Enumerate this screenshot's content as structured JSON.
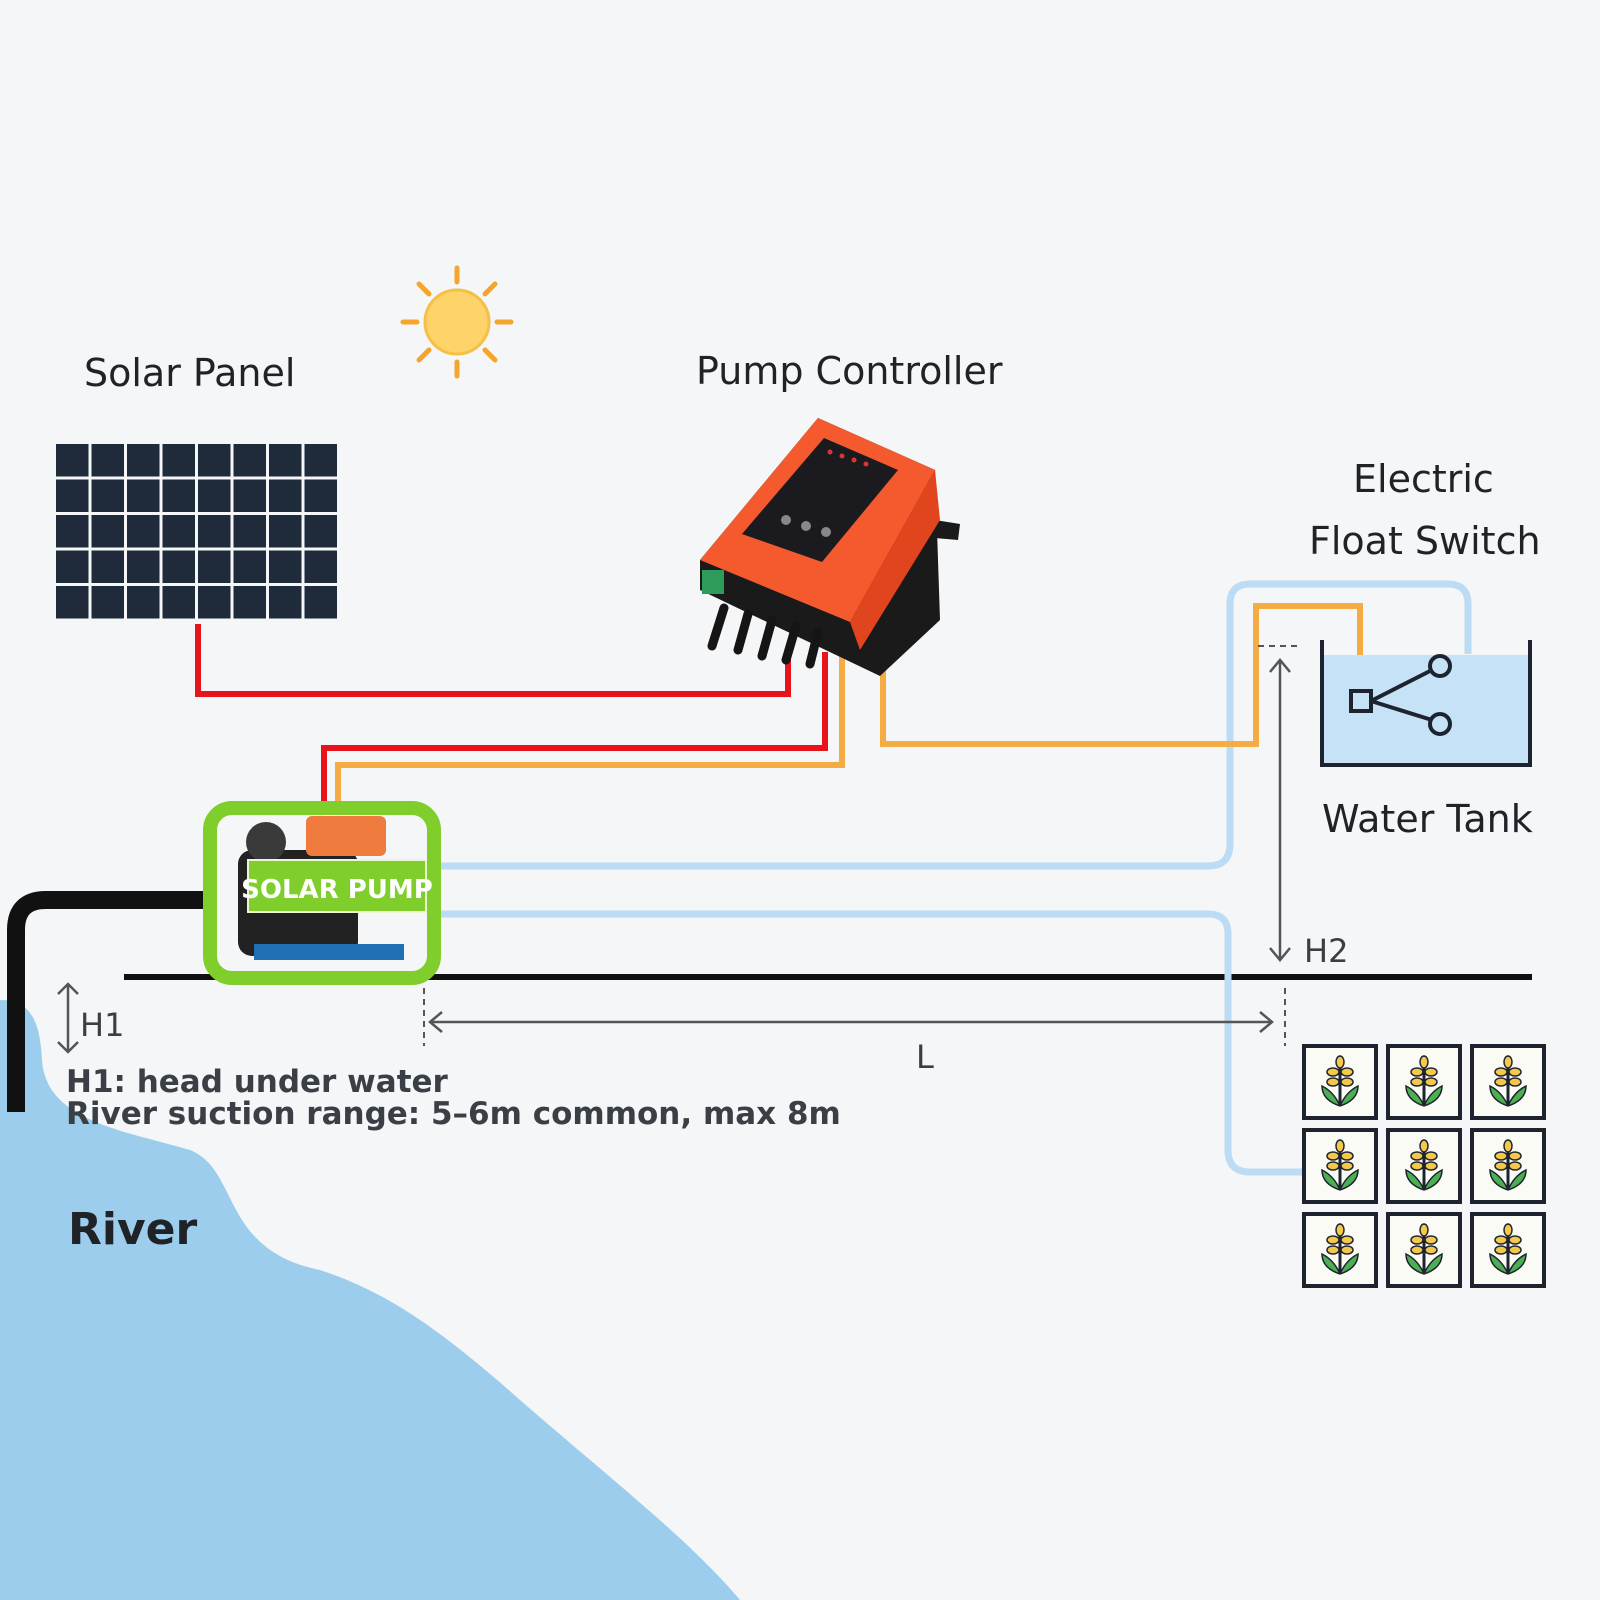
{
  "colors": {
    "background": "#f4f6f8",
    "red_wire": "#e8141b",
    "orange_wire": "#f4ad45",
    "water_pipe": "#bcdcf5",
    "river": "#9ccdec",
    "tank_water": "#c6e2f6",
    "panel_cell": "#1f2b3a",
    "controller_body": "#f45a2e",
    "pump_frame": "#7fce2c",
    "sun": "#fdd36a",
    "sun_ray": "#f5a52b"
  },
  "labels": {
    "solar_panel": "Solar Panel",
    "pump_controller": "Pump Controller",
    "float_switch_line1": "Electric",
    "float_switch_line2": "Float Switch",
    "water_tank": "Water Tank",
    "pump_badge": "SOLAR PUMP",
    "river": "River",
    "h1": "H1",
    "h2": "H2",
    "l": "L"
  },
  "notes": {
    "h1_definition": "H1: head under water",
    "suction_range": "River suction range: 5–6m common, max 8m"
  },
  "icons": {
    "sun": "sun-icon",
    "float_switch": "float-switch-icon",
    "crop": "crop-plant-icon"
  },
  "field": {
    "rows": 3,
    "cols": 3
  }
}
